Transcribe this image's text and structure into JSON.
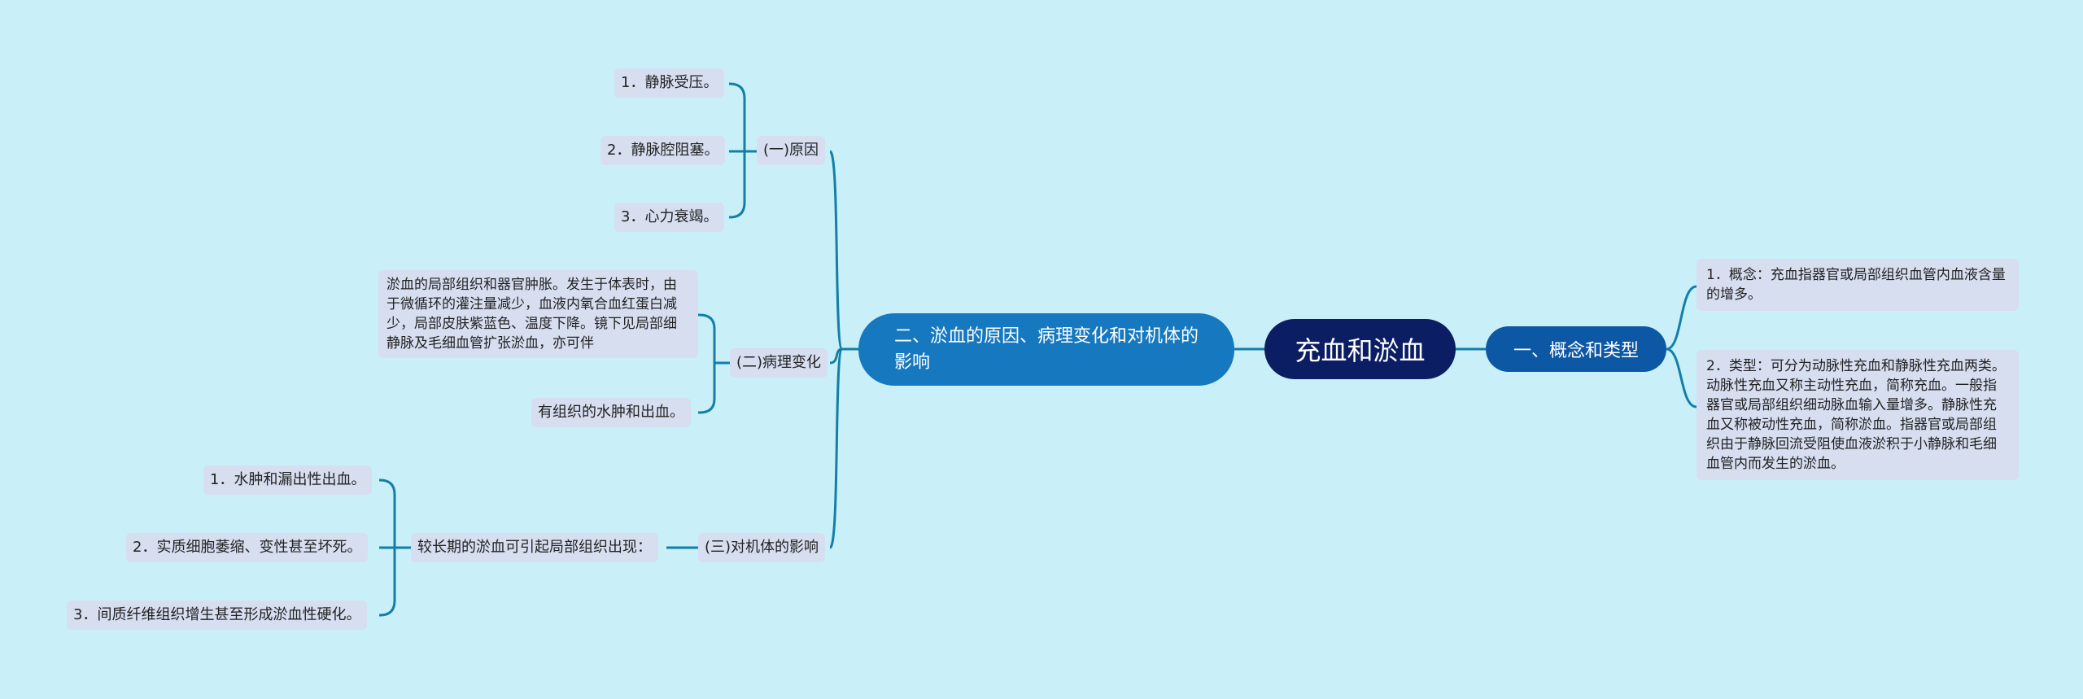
{
  "root": {
    "label": "充血和淤血"
  },
  "branch1": {
    "label": "一、概念和类型",
    "children": [
      "1．概念：充血指器官或局部组织血管内血液含量的增多。",
      "2．类型：可分为动脉性充血和静脉性充血两类。动脉性充血又称主动性充血，简称充血。一般指器官或局部组织细动脉血输入量增多。静脉性充血又称被动性充血，简称淤血。指器官或局部组织由于静脉回流受阻使血液淤积于小静脉和毛细血管内而发生的淤血。"
    ]
  },
  "branch2": {
    "label": "二、淤血的原因、病理变化和对机体的影响",
    "causes": {
      "label": "(一)原因",
      "children": [
        "1．静脉受压。",
        "2．静脉腔阻塞。",
        "3．心力衰竭。"
      ]
    },
    "pathology": {
      "label": "(二)病理变化",
      "children": [
        "淤血的局部组织和器官肿胀。发生于体表时，由于微循环的灌注量减少，血液内氧合血红蛋白减少，局部皮肤紫蓝色、温度下降。镜下见局部细静脉及毛细血管扩张淤血，亦可伴",
        "有组织的水肿和出血。"
      ]
    },
    "effects": {
      "label": "(三)对机体的影响",
      "sub": {
        "label": "较长期的淤血可引起局部组织出现：",
        "children": [
          "1．水肿和漏出性出血。",
          "2．实质细胞萎缩、变性甚至坏死。",
          "3．间质纤维组织增生甚至形成淤血性硬化。"
        ]
      }
    }
  }
}
